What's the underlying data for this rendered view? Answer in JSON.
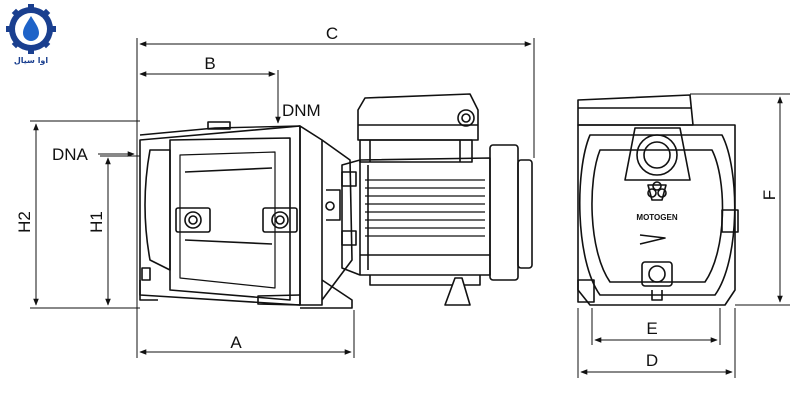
{
  "logo": {
    "caption": "اوا سیال",
    "icon": "water-drop-gear-icon",
    "color": "#1a3f8f"
  },
  "labels": {
    "C": "C",
    "B": "B",
    "DNM": "DNM",
    "DNA": "DNA",
    "H2": "H2",
    "H1": "H1",
    "A": "A",
    "F": "F",
    "E": "E",
    "D": "D"
  },
  "brand": {
    "name": "MOTOGEN"
  }
}
